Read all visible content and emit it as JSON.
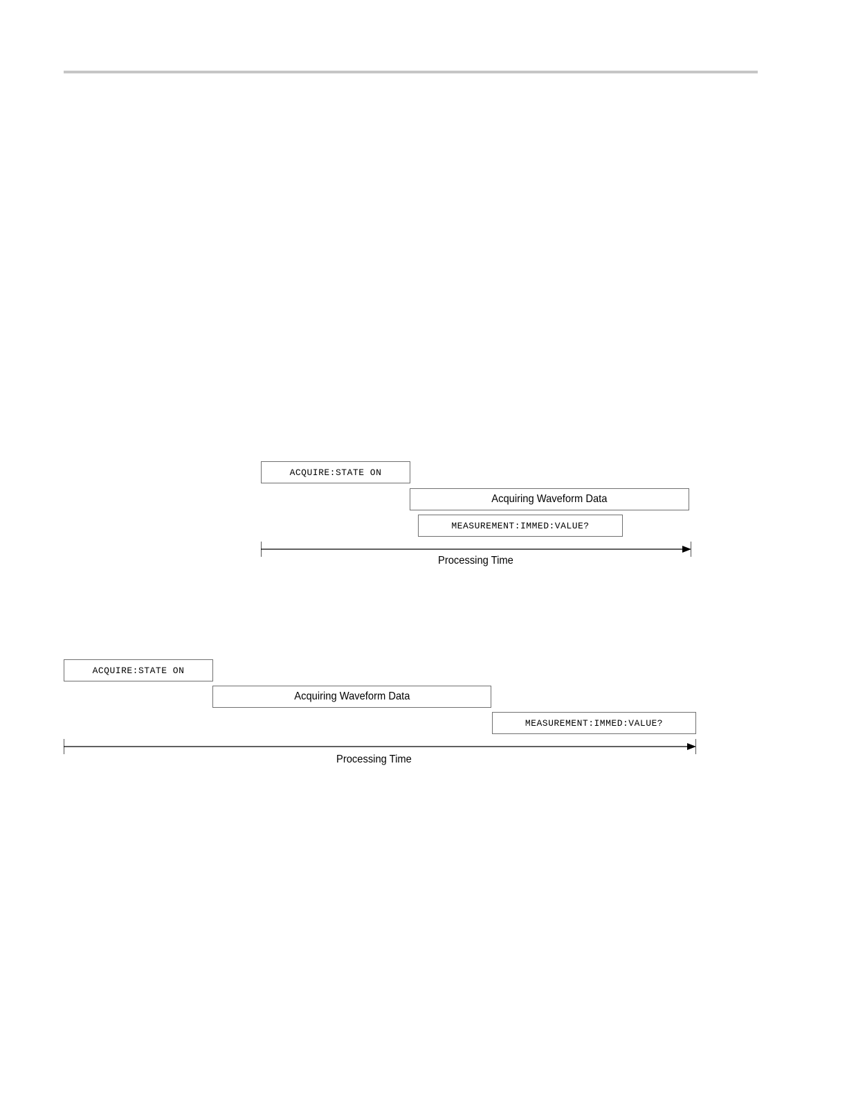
{
  "diagram_top": {
    "acquire_cmd": "ACQUIRE:STATE ON",
    "acquiring": "Acquiring Waveform Data",
    "measure_cmd": "MEASUREMENT:IMMED:VALUE?",
    "axis_label": "Processing Time"
  },
  "diagram_bottom": {
    "acquire_cmd": "ACQUIRE:STATE ON",
    "acquiring": "Acquiring Waveform Data",
    "measure_cmd": "MEASUREMENT:IMMED:VALUE?",
    "axis_label": "Processing Time"
  },
  "colors": {
    "box_border": "#6f6f6f",
    "header_rule": "#c6c6c6"
  }
}
